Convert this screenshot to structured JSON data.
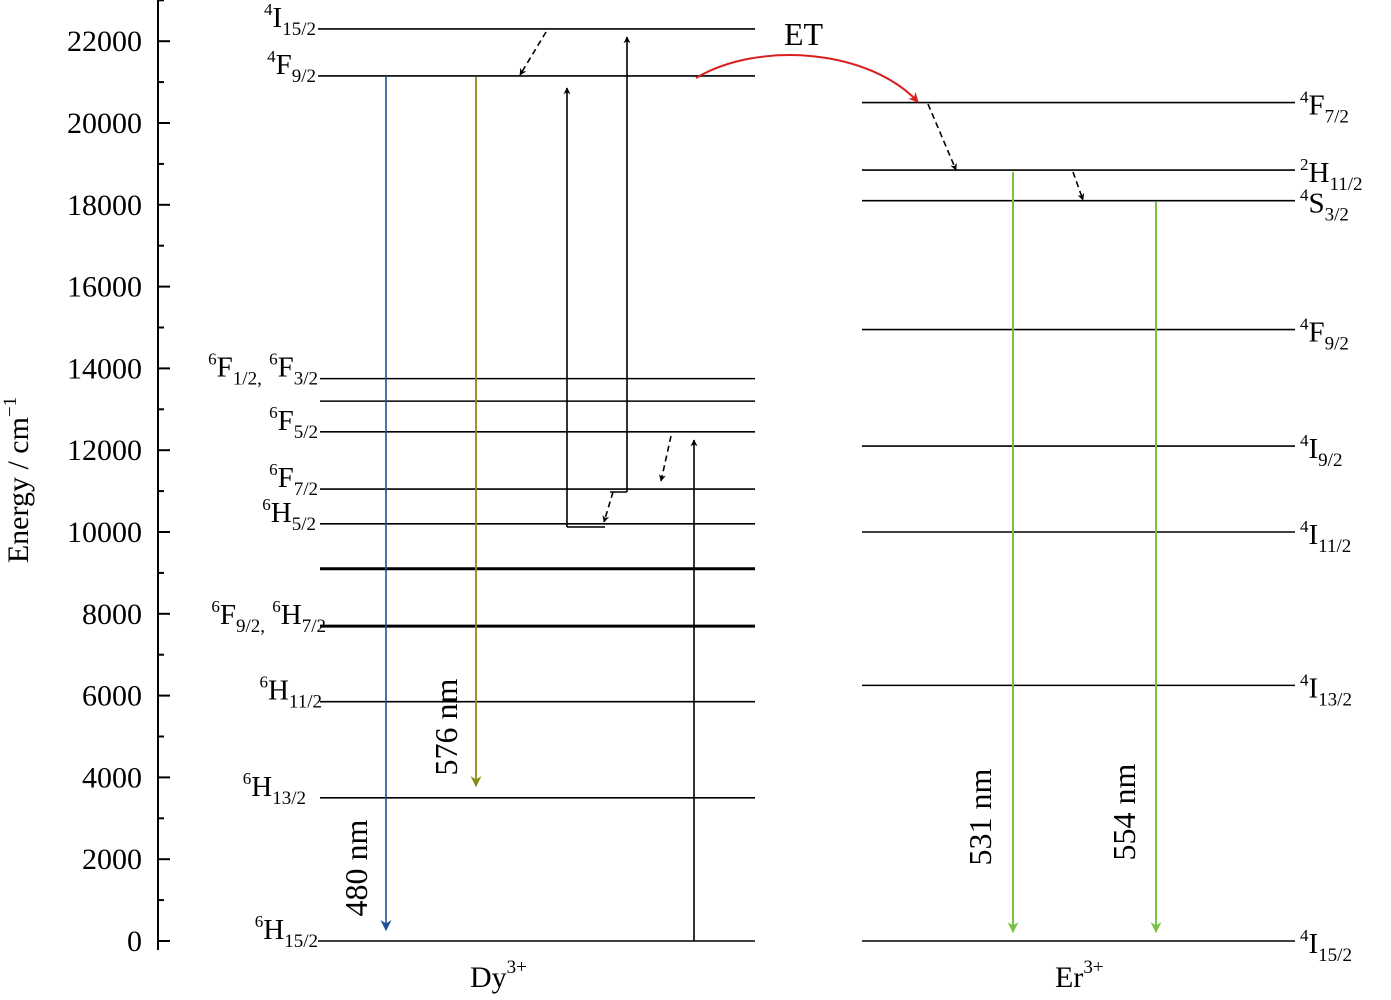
{
  "axis": {
    "ylabel": "Energy / cm",
    "ylabel_sup": "−1",
    "ticks": [
      "0",
      "2000",
      "4000",
      "6000",
      "8000",
      "10000",
      "12000",
      "14000",
      "16000",
      "18000",
      "20000",
      "22000"
    ],
    "ymin": 0,
    "ymax": 23000
  },
  "ions": {
    "dy": {
      "name": "Dy",
      "charge": "3+"
    },
    "er": {
      "name": "Er",
      "charge": "3+"
    }
  },
  "dy_levels": [
    {
      "energy": 22300,
      "sup": "4",
      "base": "I",
      "sub": "15/2"
    },
    {
      "energy": 21150,
      "sup": "4",
      "base": "F",
      "sub": "9/2"
    },
    {
      "energy": 13750,
      "sup": "6",
      "base": "F",
      "sub": "1/2",
      "sup2": "6",
      "base2": "F",
      "sub2": "3/2"
    },
    {
      "energy": 13200
    },
    {
      "energy": 12450,
      "sup": "6",
      "base": "F",
      "sub": "5/2"
    },
    {
      "energy": 11050,
      "sup": "6",
      "base": "F",
      "sub": "7/2"
    },
    {
      "energy": 10200,
      "sup": "6",
      "base": "H",
      "sub": "5/2"
    },
    {
      "energy": 9100,
      "thick": true
    },
    {
      "energy": 7700,
      "thick": true,
      "sup": "6",
      "base": "F",
      "sub": "9/2",
      "sup2": "6",
      "base2": "H",
      "sub2": "7/2"
    },
    {
      "energy": 5850,
      "sup": "6",
      "base": "H",
      "sub": "11/2"
    },
    {
      "energy": 3500,
      "sup": "6",
      "base": "H",
      "sub": "13/2"
    },
    {
      "energy": 0,
      "sup": "6",
      "base": "H",
      "sub": "15/2"
    }
  ],
  "er_levels": [
    {
      "energy": 20500,
      "sup": "4",
      "base": "F",
      "sub": "7/2"
    },
    {
      "energy": 18850,
      "sup": "2",
      "base": "H",
      "sub": "11/2"
    },
    {
      "energy": 18100,
      "sup": "4",
      "base": "S",
      "sub": "3/2"
    },
    {
      "energy": 14950,
      "sup": "4",
      "base": "F",
      "sub": "9/2"
    },
    {
      "energy": 12100,
      "sup": "4",
      "base": "I",
      "sub": "9/2"
    },
    {
      "energy": 10000,
      "sup": "4",
      "base": "I",
      "sub": "11/2"
    },
    {
      "energy": 6250,
      "sup": "4",
      "base": "I",
      "sub": "13/2"
    },
    {
      "energy": 0,
      "sup": "4",
      "base": "I",
      "sub": "15/2"
    }
  ],
  "emissions": [
    {
      "label": "480 nm",
      "color": "#1f4e9c"
    },
    {
      "label": "576 nm",
      "color": "#8a8a14"
    },
    {
      "label": "531 nm",
      "color": "#7ac143"
    },
    {
      "label": "554 nm",
      "color": "#7ac143"
    }
  ],
  "energy_transfer": {
    "label": "ET",
    "color": "#d81e1e"
  }
}
